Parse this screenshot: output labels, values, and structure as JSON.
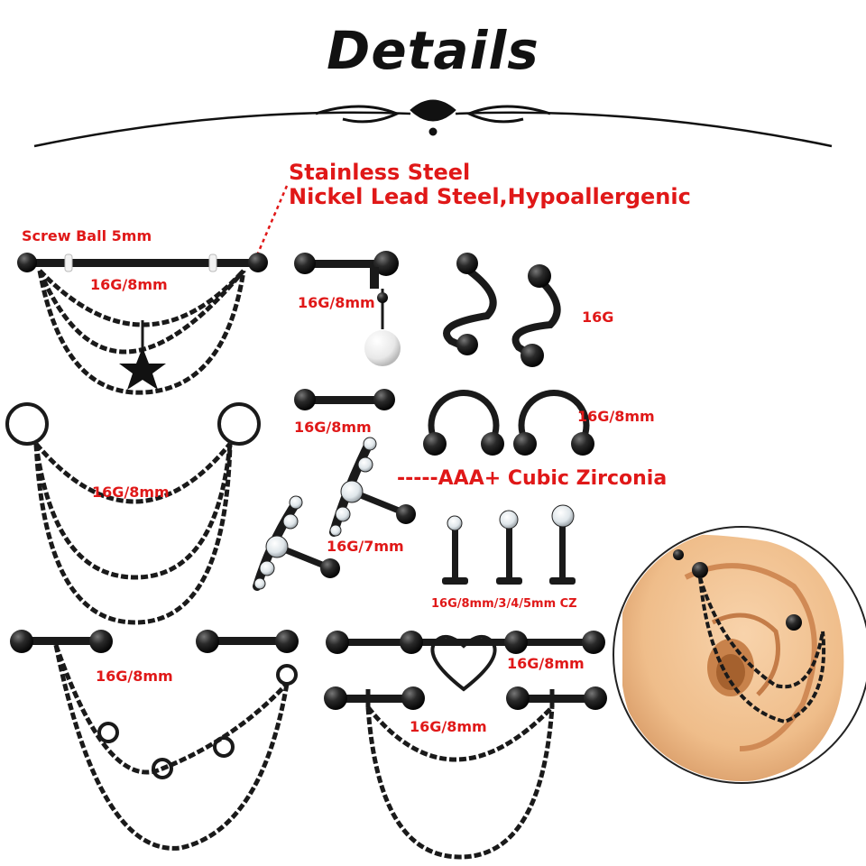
{
  "title": "Details",
  "material": {
    "line1": "Stainless Steel",
    "line2": "Nickel Lead Steel,Hypoallergenic"
  },
  "screw_ball": "Screw Ball 5mm",
  "cz_note": "-----AAA+ Cubic Zirconia",
  "labels": {
    "industrial_star": "16G/8mm",
    "dangle_pearl": "16G/8mm",
    "spiral": "16G",
    "short_barbell": "16G/8mm",
    "horseshoe": "16G/8mm",
    "hoop_chain": "16G/8mm",
    "cz_climber": "16G/7mm",
    "labret_cz": "16G/8mm/3/4/5mm CZ",
    "ring_chain_bars": "16G/8mm",
    "heart_bar": "16G/8mm",
    "double_chain_bars": "16G/8mm"
  },
  "colors": {
    "label": "#e01818",
    "jewelry": "#1a1a1a",
    "skin": "#f2c79a"
  }
}
